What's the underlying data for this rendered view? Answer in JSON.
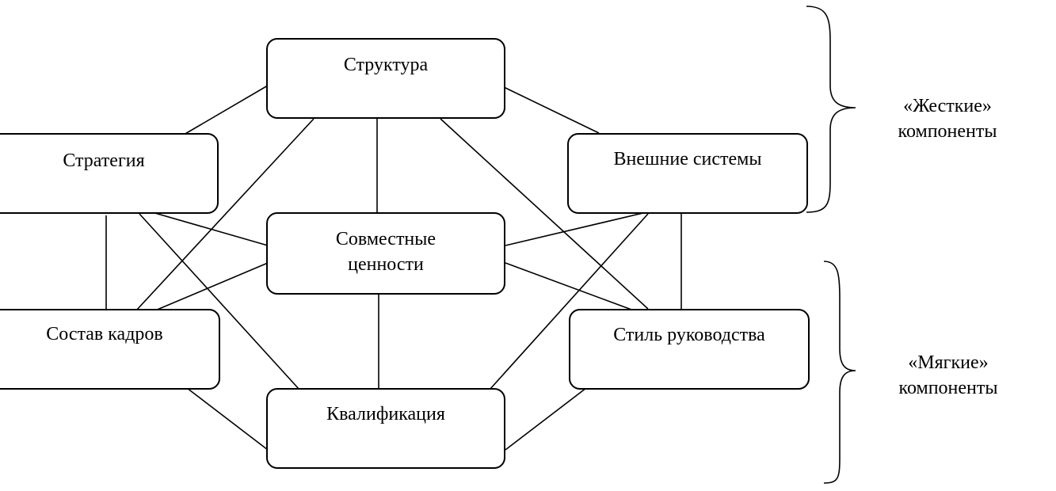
{
  "nodes": {
    "structure": "Структура",
    "strategy": "Стратегия",
    "systems": "Внешние системы",
    "shared_values": "Совместные\nценности",
    "staff": "Состав кадров",
    "style": "Стиль руководства",
    "skills": "Квалификация"
  },
  "groups": {
    "hard": "«Жесткие»\nкомпоненты",
    "soft": "«Мягкие»\nкомпоненты"
  }
}
